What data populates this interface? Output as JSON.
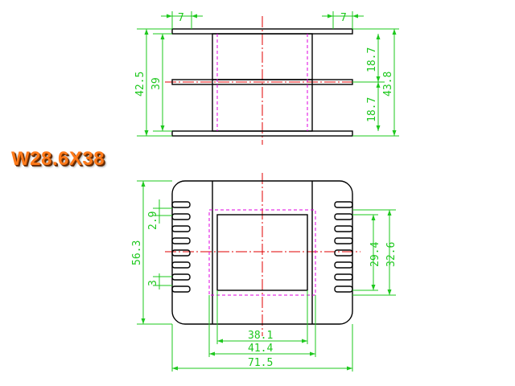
{
  "title": "W28.6X38",
  "top_view": {
    "labels": {
      "flange_left": "7",
      "flange_right": "7",
      "height_outer": "42.5",
      "height_inner": "39",
      "upper_gap": "18.7",
      "lower_gap": "18.7",
      "height_total": "43.8"
    }
  },
  "front_view": {
    "labels": {
      "height_total": "56.3",
      "slot_pitch": "2.9",
      "slot_width": "3",
      "inner_height": "29.4",
      "outer_height": "32.6",
      "window_width": "38.1",
      "body_width": "41.4",
      "total_width": "71.5"
    }
  },
  "colors": {
    "outline": "#000000",
    "dimension": "#1ec81e",
    "hidden": "#e000e0",
    "centerline": "#e00000",
    "title": "#ff7a1a"
  }
}
